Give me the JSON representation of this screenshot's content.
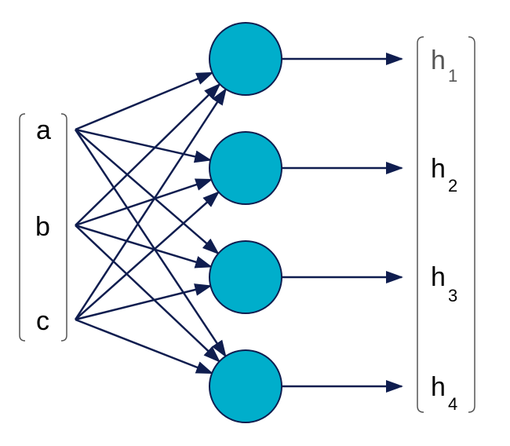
{
  "inputs": [
    {
      "label": "a"
    },
    {
      "label": "b"
    },
    {
      "label": "c"
    }
  ],
  "outputs": [
    {
      "base": "h",
      "sub": "1",
      "color": "#555555"
    },
    {
      "base": "h",
      "sub": "2",
      "color": "#000000"
    },
    {
      "base": "h",
      "sub": "3",
      "color": "#000000"
    },
    {
      "base": "h",
      "sub": "4",
      "color": "#000000"
    }
  ],
  "colors": {
    "node_fill": "#00AECB",
    "node_stroke": "#0F1D4F",
    "edge": "#0F1D4F",
    "bracket": "#555555"
  }
}
